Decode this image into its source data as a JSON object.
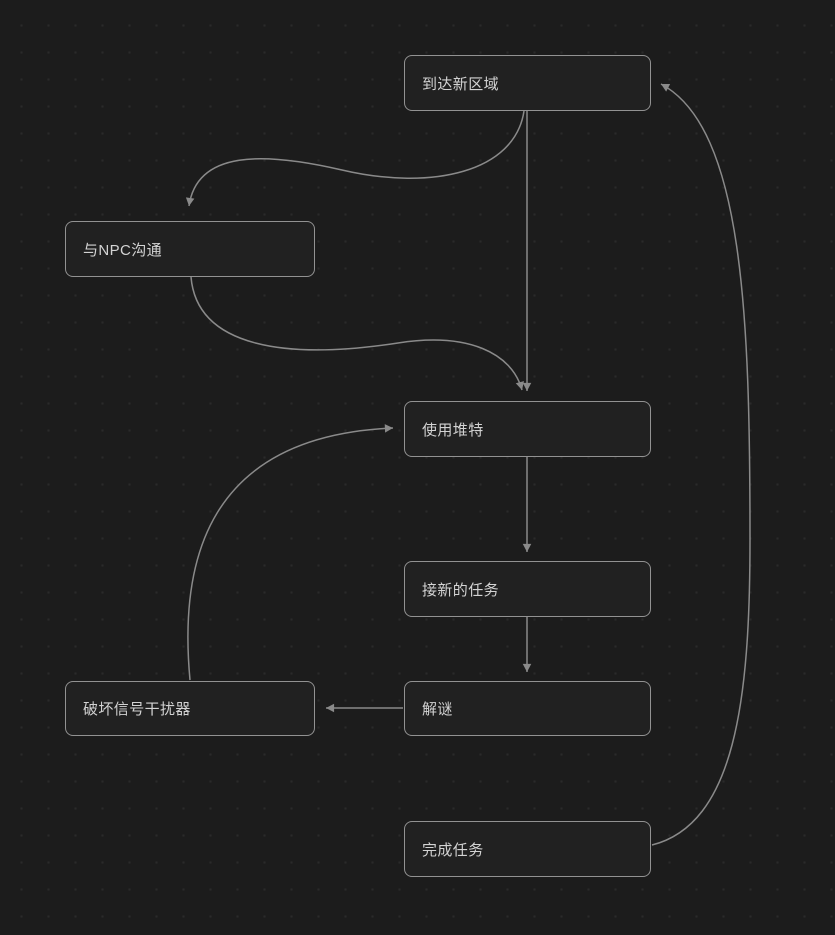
{
  "canvas": {
    "background_color": "#1c1c1c",
    "dot_grid_color": "#2a2a2a",
    "node_fill_color": "#212121",
    "node_border_color": "#929292",
    "node_text_color": "#d3d3d3",
    "edge_color": "#8a8a8a"
  },
  "diagram": {
    "nodes": [
      {
        "id": "arrive-new-area",
        "label": "到达新区域"
      },
      {
        "id": "talk-to-npc",
        "label": "与NPC沟通"
      },
      {
        "id": "use-tweet",
        "label": "使用堆特"
      },
      {
        "id": "take-new-task",
        "label": "接新的任务"
      },
      {
        "id": "solve-puzzle",
        "label": "解谜"
      },
      {
        "id": "destroy-jammer",
        "label": "破坏信号干扰器"
      },
      {
        "id": "complete-task",
        "label": "完成任务"
      }
    ],
    "edges": [
      {
        "from": "到达新区域",
        "to": "与NPC沟通"
      },
      {
        "from": "到达新区域",
        "to": "使用堆特"
      },
      {
        "from": "与NPC沟通",
        "to": "使用堆特"
      },
      {
        "from": "使用堆特",
        "to": "接新的任务"
      },
      {
        "from": "接新的任务",
        "to": "解谜"
      },
      {
        "from": "解谜",
        "to": "破坏信号干扰器"
      },
      {
        "from": "破坏信号干扰器",
        "to": "使用堆特"
      },
      {
        "from": "解谜",
        "to": "完成任务"
      },
      {
        "from": "完成任务",
        "to": "到达新区域"
      }
    ]
  }
}
